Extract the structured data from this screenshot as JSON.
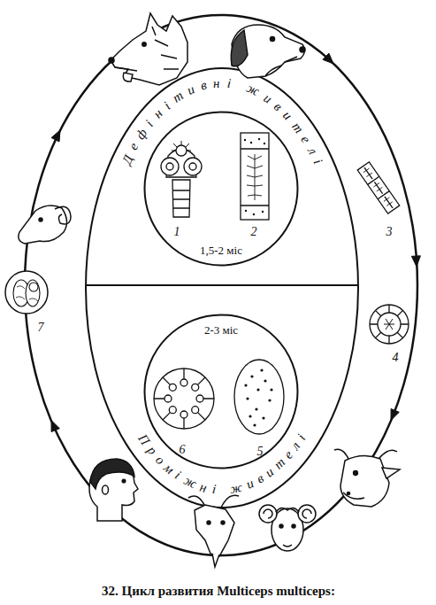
{
  "diagram": {
    "caption": "32. Цикл развития Multiceps multiceps:",
    "nodes": [
      {
        "text": [
          "1,5-2 міс"
        ]
      },
      {
        "text": [
          "2-3 міс"
        ]
      }
    ],
    "labels": [
      "Дефінітивні живителі",
      "1",
      "2",
      "3",
      "4",
      "5",
      "6",
      "7",
      "Проміжні живителі"
    ]
  }
}
